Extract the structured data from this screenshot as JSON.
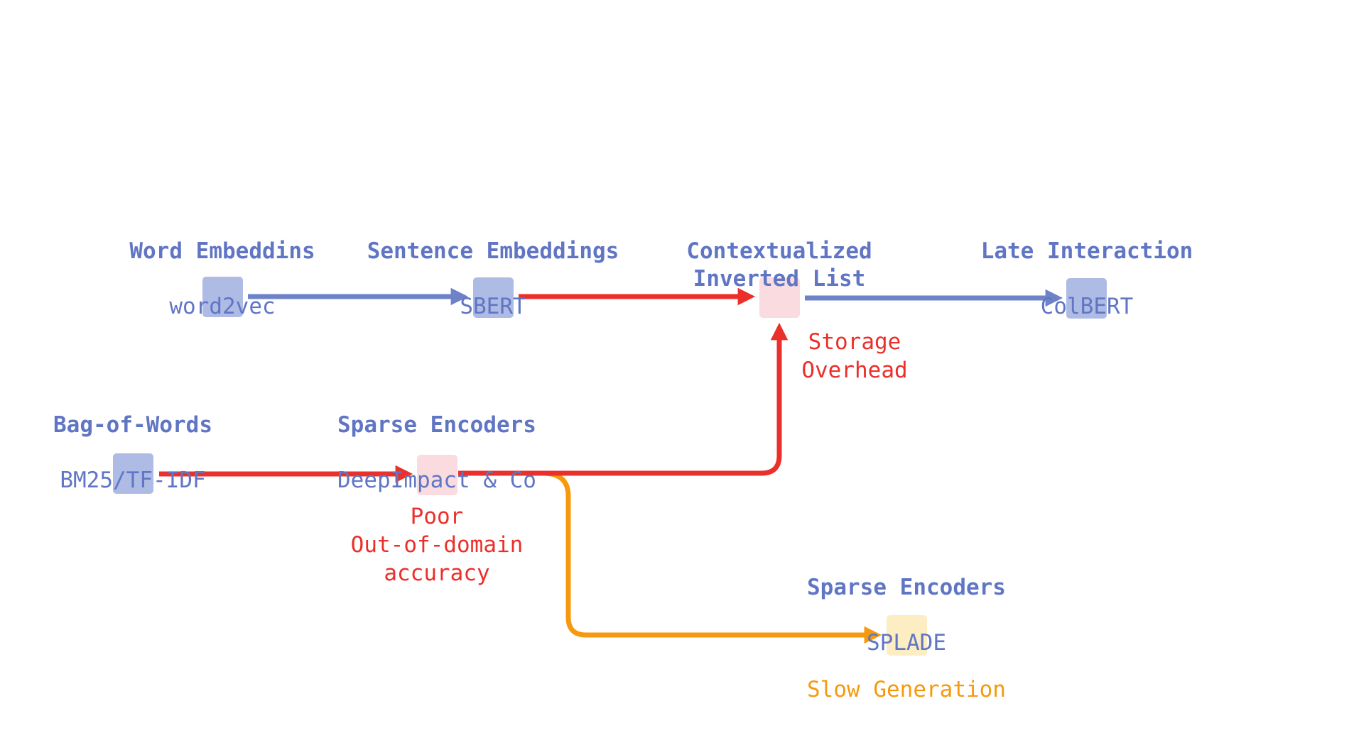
{
  "colors": {
    "blue_node": "#aebbe5",
    "pink_node": "#fadce0",
    "yellow_node": "#fcedc2",
    "text_blue": "#6076c4",
    "arrow_blue": "#6e82c8",
    "red": "#eb2f2b",
    "orange": "#f6990e"
  },
  "nodes": {
    "word_embeddings": {
      "title": "Word Embeddins",
      "subtitle": "word2vec"
    },
    "sentence_embeddings": {
      "title": "Sentence Embeddings",
      "subtitle": "SBERT"
    },
    "contextualized_inverted_list": {
      "title": "Contextualized\nInverted List",
      "subtitle": ""
    },
    "late_interaction": {
      "title": "Late Interaction",
      "subtitle": "ColBERT"
    },
    "bag_of_words": {
      "title": "Bag-of-Words",
      "subtitle": "BM25/TF-IDF"
    },
    "sparse_encoders_deepimpact": {
      "title": "Sparse Encoders",
      "subtitle": "DeepImpact & Co"
    },
    "sparse_encoders_splade": {
      "title": "Sparse Encoders",
      "subtitle": "SPLADE"
    }
  },
  "annotations": {
    "storage_overhead": "Storage\nOverhead",
    "poor_out_of_domain_accuracy": "Poor\nOut-of-domain\naccuracy",
    "slow_generation": "Slow Generation"
  }
}
